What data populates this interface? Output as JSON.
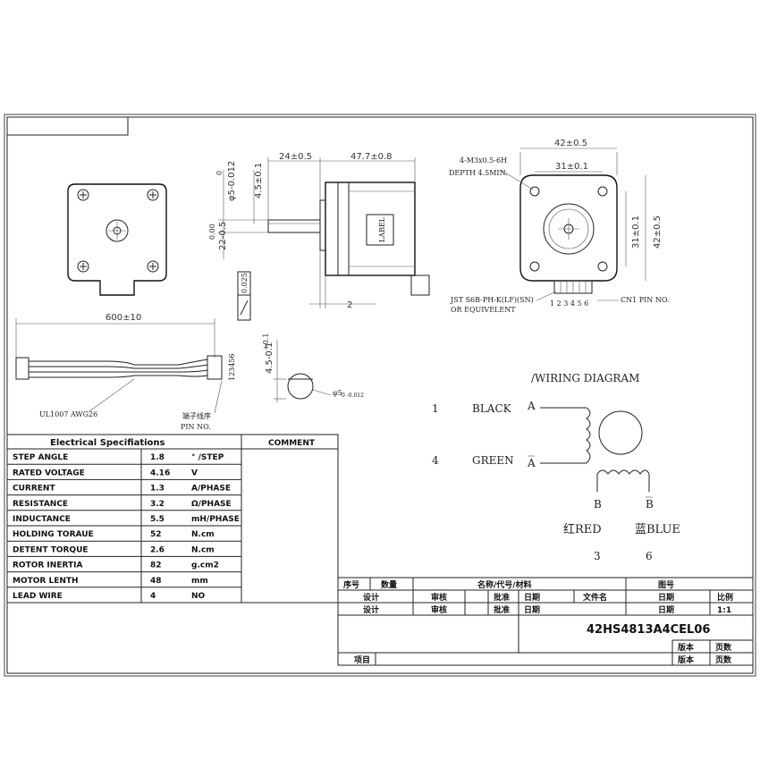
{
  "dimensions": {
    "shaft_length": "24±0.5",
    "body_length": "47.7±0.8",
    "shaft_dia": "φ5-0.012",
    "shaft_dia_upper": "0",
    "flat_depth": "4.5±0.1",
    "boss_dia": "22-0.5",
    "boss_dia_upper": "0.00",
    "flatness": "0.025",
    "boss_height": "2",
    "lead_length": "600±10",
    "flat_depth2_base": "4.5-0.1",
    "flat_depth2_upper": "+0.1",
    "shaft_section": "φ5",
    "shaft_section_tol": "0\n-0.012",
    "width": "42±0.5",
    "hole_pitch": "31±0.1",
    "height": "42±0.5",
    "hole_pitch_v": "31±0.1"
  },
  "labels": {
    "label_box": "LABEL",
    "mount_holes": "4-M3x0.5-6H",
    "mount_depth": "DEPTH 4.5MIN.",
    "connector": "JST S6B-PH-K(LF)(SN)",
    "connector_alt": "OR EQUIVELENT",
    "pin_numbers": "1 2 3 4 5 6",
    "cn1": "CN1 PIN NO.",
    "wire_type": "UL1007 AWG26",
    "pin_no_cn": "端子线序",
    "pin_no": "PIN NO.",
    "plug_pins": "123456"
  },
  "wiring": {
    "title": "/WIRING DIAGRAM",
    "wire1_num": "1",
    "wire1_color": "BLACK",
    "wire1_phase": "A",
    "wire4_num": "4",
    "wire4_color": "GREEN",
    "wire4_phase": "A",
    "phase_b": "B",
    "phase_b_bar": "B",
    "red_label": "红RED",
    "blue_label": "蓝BLUE",
    "red_num": "3",
    "blue_num": "6"
  },
  "specs": {
    "title": "Electrical Specifiations",
    "comment": "COMMENT",
    "rows": [
      {
        "name": "STEP ANGLE",
        "value": "1.8",
        "unit": "° /STEP"
      },
      {
        "name": "RATED VOLTAGE",
        "value": "4.16",
        "unit": "V"
      },
      {
        "name": "CURRENT",
        "value": "1.3",
        "unit": "A/PHASE"
      },
      {
        "name": "RESISTANCE",
        "value": "3.2",
        "unit": "Ω/PHASE"
      },
      {
        "name": "INDUCTANCE",
        "value": "5.5",
        "unit": "mH/PHASE"
      },
      {
        "name": "HOLDING TORAUE",
        "value": "52",
        "unit": "N.cm"
      },
      {
        "name": "DETENT TORQUE",
        "value": "2.6",
        "unit": "N.cm"
      },
      {
        "name": "ROTOR INERTIA",
        "value": "82",
        "unit": "g.cm2"
      },
      {
        "name": "MOTOR LENTH",
        "value": "48",
        "unit": "mm"
      },
      {
        "name": "LEAD WIRE",
        "value": "4",
        "unit": "NO"
      }
    ]
  },
  "title_block": {
    "seq": "序号",
    "qty": "数量",
    "name_code": "名称/代号/材料",
    "drawing_no": "图号",
    "design": "设计",
    "review": "审核",
    "approve": "批准",
    "date": "日期",
    "filename": "文件名",
    "ratio": "比例",
    "ratio_value": "1:1",
    "part_number": "42HS4813A4CEL06",
    "version": "版本",
    "pages": "页数",
    "project": "项目"
  }
}
